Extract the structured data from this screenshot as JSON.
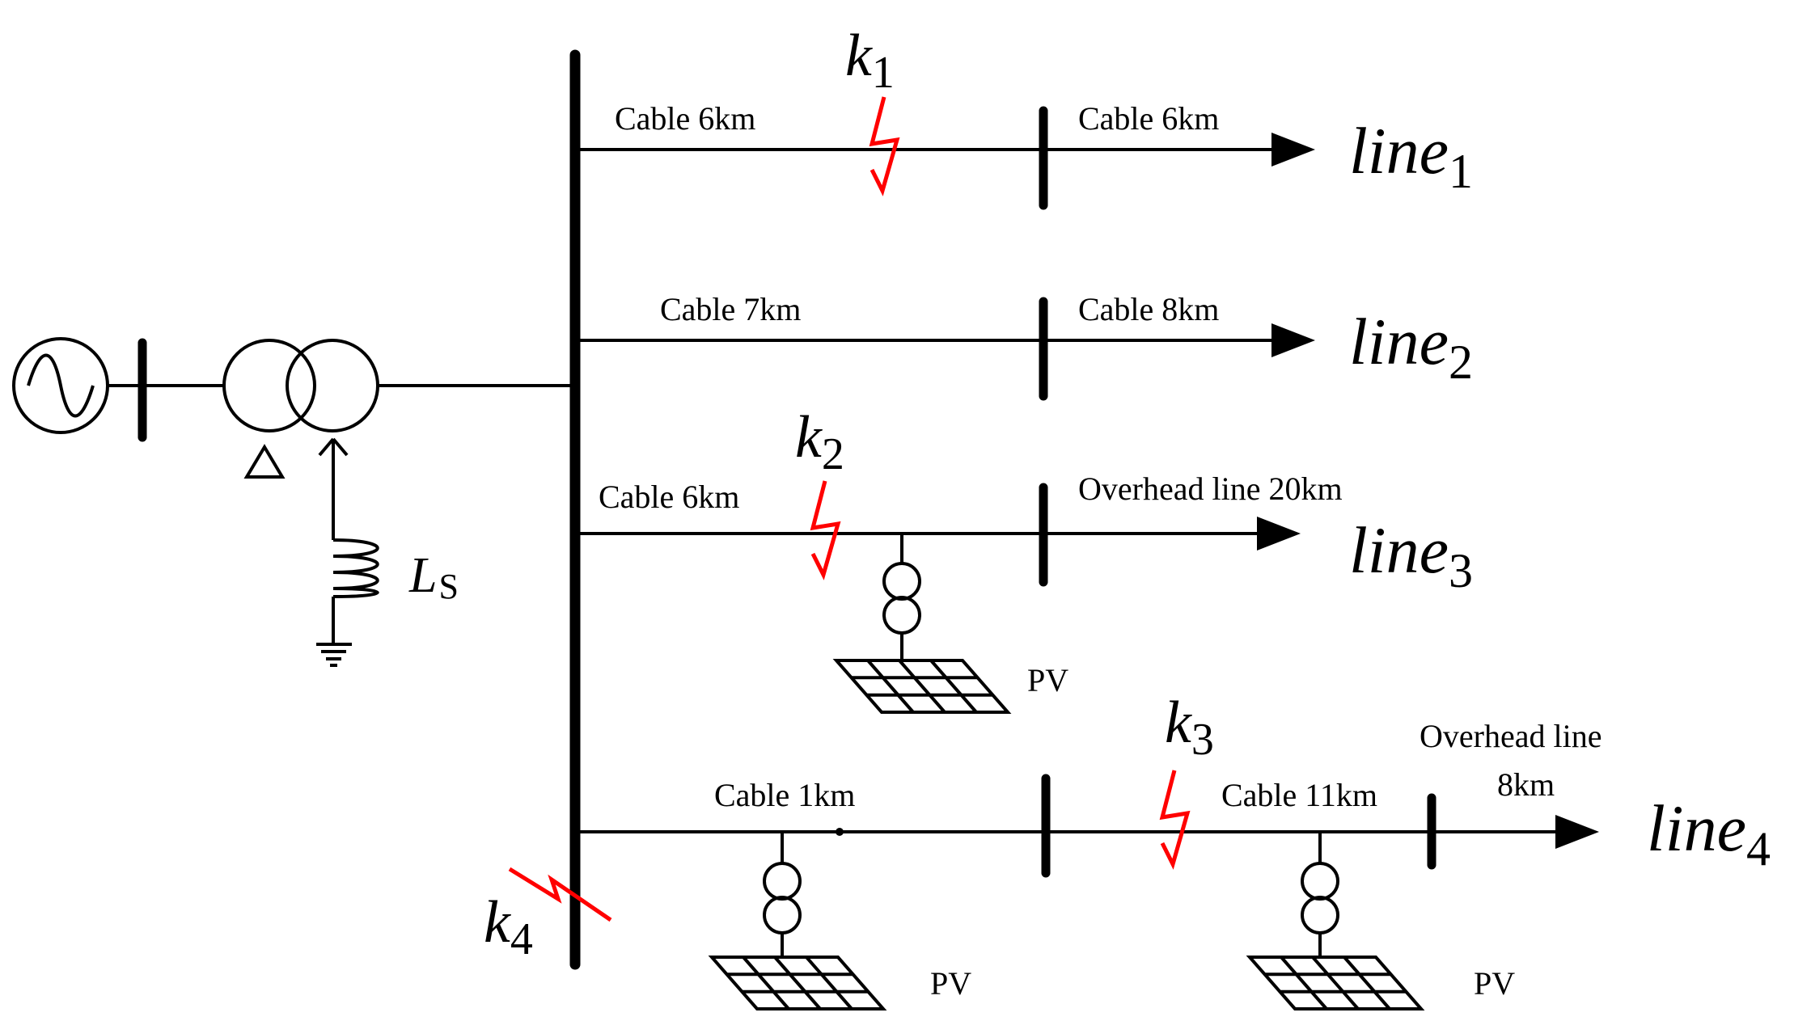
{
  "source": {
    "symbol": "ac-source-icon"
  },
  "transformer": {
    "primary_symbol": "delta-winding-icon",
    "secondary_symbol": "wye-winding-icon",
    "grounding_inductor": {
      "label_main": "L",
      "label_sub": "S"
    }
  },
  "feeders": [
    {
      "name_main": "line",
      "name_sub": "1",
      "segment1": "Cable 6km",
      "segment2": "Cable 6km",
      "fault": {
        "main": "k",
        "sub": "1"
      }
    },
    {
      "name_main": "line",
      "name_sub": "2",
      "segment1": "Cable 7km",
      "segment2": "Cable 8km"
    },
    {
      "name_main": "line",
      "name_sub": "3",
      "segment1": "Cable 6km",
      "segment2": "Overhead line 20km",
      "fault": {
        "main": "k",
        "sub": "2"
      },
      "pv_label": "PV"
    },
    {
      "name_main": "line",
      "name_sub": "4",
      "segment1": "Cable 1km",
      "segment2": "Cable 11km",
      "segment3_line1": "Overhead line",
      "segment3_line2": "8km",
      "fault": {
        "main": "k",
        "sub": "3"
      },
      "pv_labels": [
        "PV",
        "PV"
      ]
    }
  ],
  "bus_fault": {
    "main": "k",
    "sub": "4"
  },
  "colors": {
    "fault": "#ff0000",
    "lines": "#000000",
    "background": "#ffffff"
  }
}
